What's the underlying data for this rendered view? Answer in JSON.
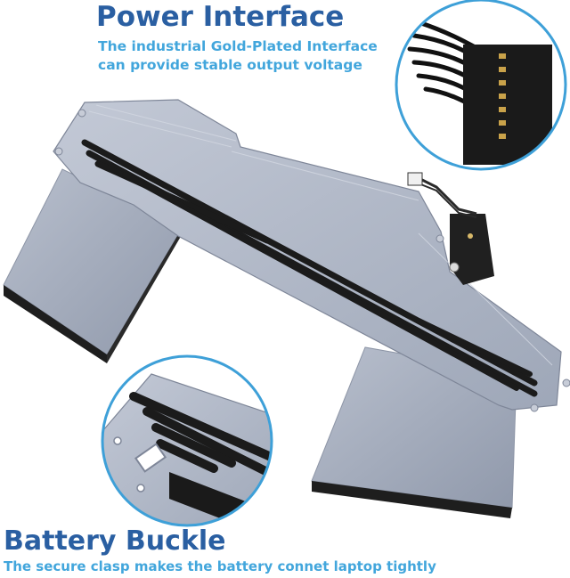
{
  "top": {
    "title": "Power Interface",
    "subtitle_line1": "The industrial Gold-Plated Interface",
    "subtitle_line2": "can provide stable output voltage"
  },
  "bottom": {
    "title": "Battery Buckle",
    "subtitle": "The secure clasp makes the battery connet laptop tightly"
  },
  "colors": {
    "title": "#2a5fa2",
    "subtitle": "#42a6dc",
    "circle_border": "#3ea0d8",
    "battery_body": "#aeb6c6",
    "battery_dark": "#222222"
  }
}
